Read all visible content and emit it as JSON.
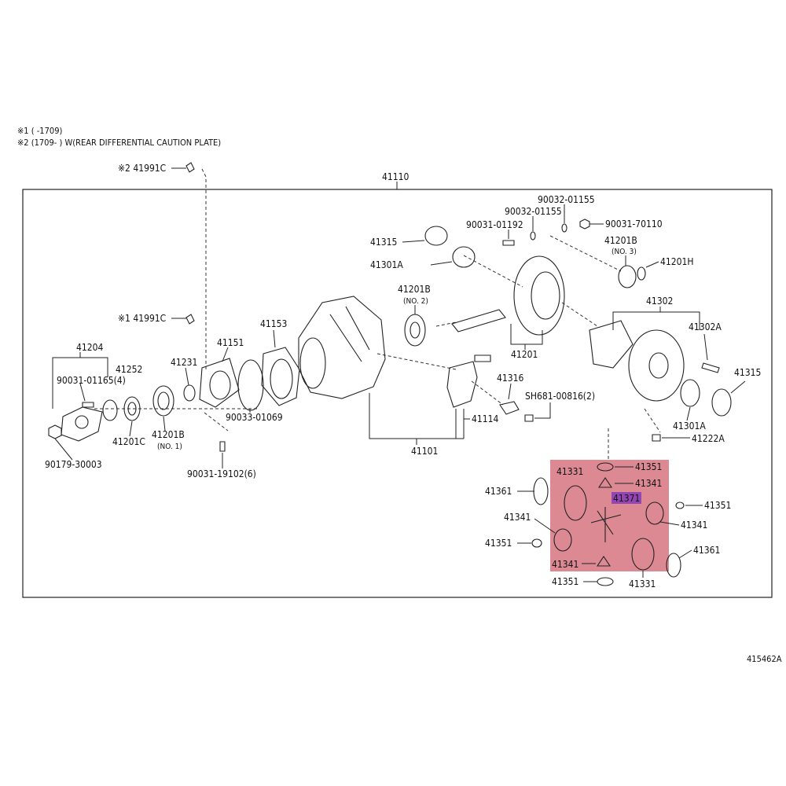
{
  "notes": {
    "note1": "※1 (      -1709)",
    "note2": "※2 (1709-      ) W(REAR DIFFERENTIAL CAUTION PLATE)"
  },
  "figure_id": "415462A",
  "assembly_label": "41110",
  "highlight_color": "#c0283c",
  "highlight_label_color": "#7b2fbf",
  "labels": {
    "p41991C_2": "※2 41991C",
    "p41991C_1": "※1 41991C",
    "p41204": "41204",
    "p41252": "41252",
    "p90031_01165": "90031-01165(4)",
    "p41231": "41231",
    "p41151": "41151",
    "p41153": "41153",
    "p90179": "90179-30003",
    "p41201C": "41201C",
    "p41201B_1": "41201B",
    "p41201B_1_sub": "(NO. 1)",
    "p90033": "90033-01069",
    "p90031_19102": "90031-19102(6)",
    "p41315_a": "41315",
    "p41301A_a": "41301A",
    "p41201B_2": "41201B",
    "p41201B_2_sub": "(NO. 2)",
    "p90031_01192": "90031-01192",
    "p90032_a": "90032-01155",
    "p90032_b": "90032-01155",
    "p90031_70110": "90031-70110",
    "p41201B_3": "41201B",
    "p41201B_3_sub": "(NO. 3)",
    "p41201H": "41201H",
    "p41302": "41302",
    "p41302A": "41302A",
    "p41315_b": "41315",
    "p41201": "41201",
    "p41316": "41316",
    "pSH681": "SH681-00816(2)",
    "p41114": "41114",
    "p41101": "41101",
    "p41301A_b": "41301A",
    "p41222A": "41222A",
    "p41331_a": "41331",
    "p41351_a": "41351",
    "p41341_a": "41341",
    "p41371": "41371",
    "p41361_a": "41361",
    "p41341_b": "41341",
    "p41351_b": "41351",
    "p41341_c": "41341",
    "p41351_c": "41351",
    "p41341_d": "41341",
    "p41361_b": "41361",
    "p41351_d": "41351",
    "p41331_b": "41331"
  }
}
